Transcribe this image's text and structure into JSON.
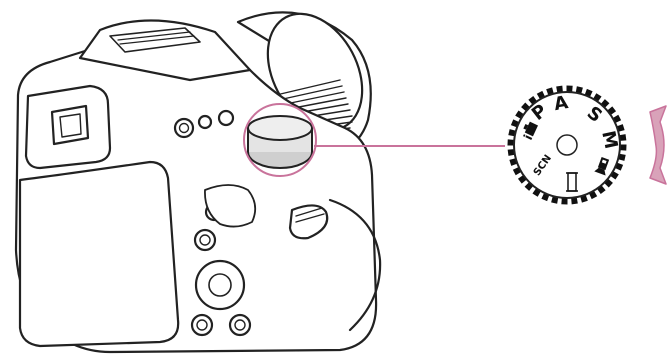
{
  "colors": {
    "callout": "#c9739b",
    "outline": "#222222",
    "dial_face": "#ffffff",
    "button_fill": "#cccccc",
    "arrow_fill": "#d9a2b9"
  },
  "dial": {
    "modes": [
      {
        "id": "auto",
        "label": "i"
      },
      {
        "id": "program",
        "label": "P"
      },
      {
        "id": "aperture",
        "label": "A"
      },
      {
        "id": "shutter",
        "label": "S"
      },
      {
        "id": "manual",
        "label": "M"
      },
      {
        "id": "movie",
        "label": ""
      },
      {
        "id": "panorama",
        "label": ""
      },
      {
        "id": "scene",
        "label": "SCN"
      }
    ]
  },
  "icons": {
    "camera": "camera-icon",
    "mode_dial": "mode-dial-icon",
    "rotate_arrow": "rotate-arrow-icon"
  }
}
